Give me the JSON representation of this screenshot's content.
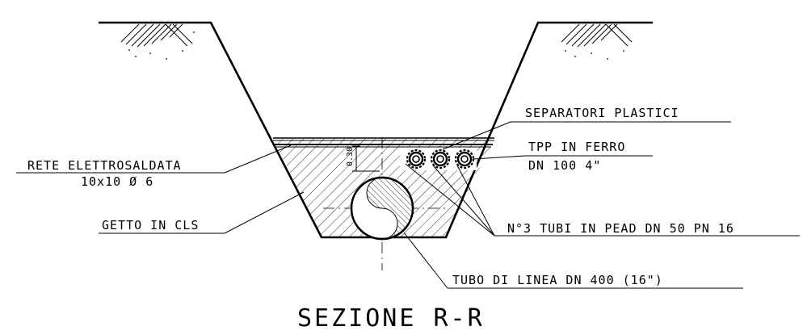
{
  "labels": {
    "separatori": "SEPARATORI PLASTICI",
    "tpp_line1": "TPP IN FERRO",
    "tpp_line2": "DN 100 4\"",
    "rete_line1": "RETE ELETTROSALDATA",
    "rete_line2": "10x10 Ø 6",
    "getto": "GETTO IN CLS",
    "tubi_pead": "N°3 TUBI IN PEAD DN 50 PN 16",
    "tubo_linea": "TUBO DI LINEA DN 400 (16\")"
  },
  "dimension": "0.30",
  "title": "SEZIONE R-R"
}
